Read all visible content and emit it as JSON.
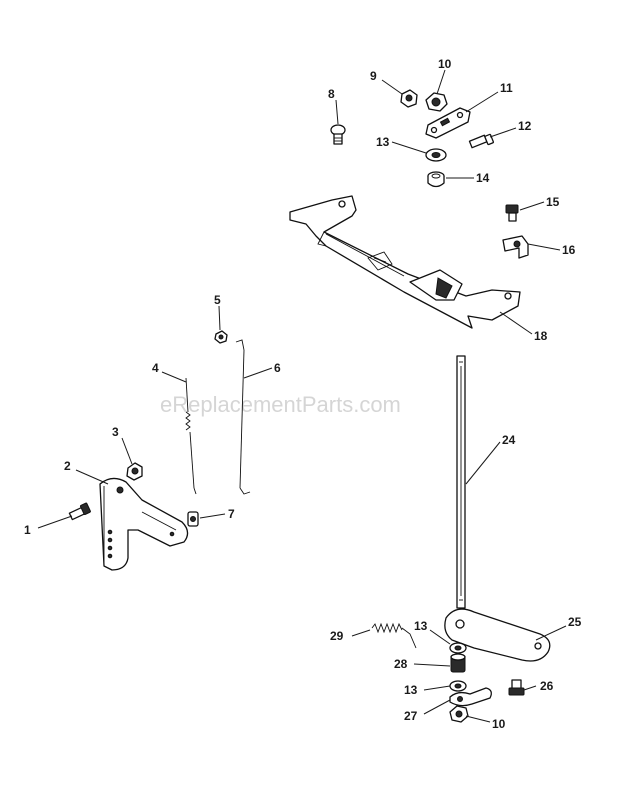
{
  "watermark": "eReplacementParts.com",
  "callouts": {
    "p1": "1",
    "p2": "2",
    "p3": "3",
    "p4": "4",
    "p5": "5",
    "p6": "6",
    "p7": "7",
    "p8": "8",
    "p9": "9",
    "p10a": "10",
    "p11": "11",
    "p12": "12",
    "p13a": "13",
    "p14": "14",
    "p15": "15",
    "p16": "16",
    "p18": "18",
    "p24": "24",
    "p25": "25",
    "p13b": "13",
    "p29": "29",
    "p28": "28",
    "p13c": "13",
    "p26": "26",
    "p27": "27",
    "p10b": "10"
  }
}
